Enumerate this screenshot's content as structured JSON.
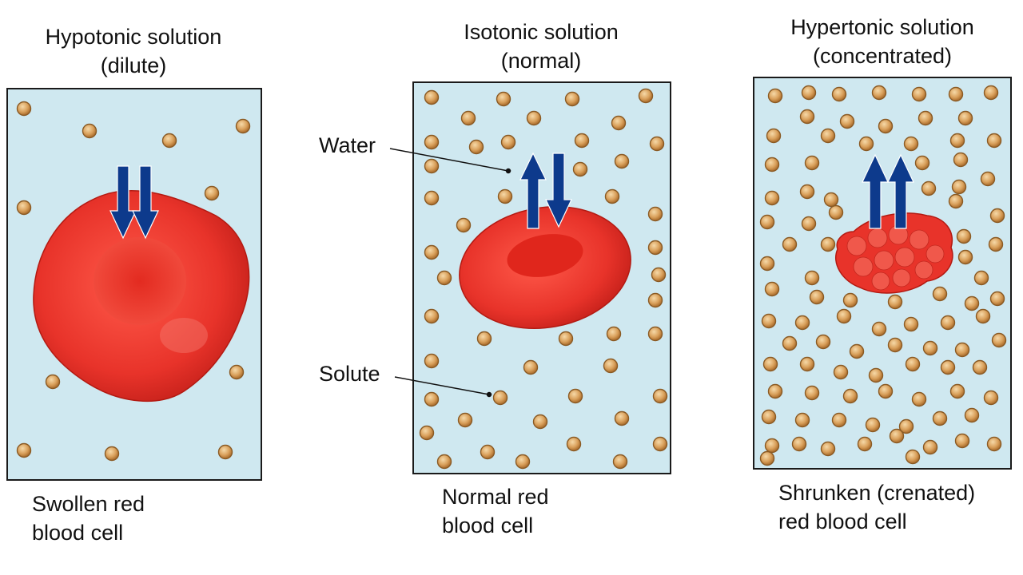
{
  "panels": [
    {
      "title_line1": "Hypotonic solution",
      "title_line2": "(dilute)",
      "caption_line1": "Swollen red",
      "caption_line2": "blood cell"
    },
    {
      "title_line1": "Isotonic solution",
      "title_line2": "(normal)",
      "caption_line1": "Normal red",
      "caption_line2": "blood cell"
    },
    {
      "title_line1": "Hypertonic solution",
      "title_line2": "(concentrated)",
      "caption_line1": "Shrunken (crenated)",
      "caption_line2": "red blood cell"
    }
  ],
  "labels": {
    "water": "Water",
    "solute": "Solute"
  },
  "colors": {
    "solution_bg": "#cfe8f0",
    "cell_red": "#e8332a",
    "solute_particle": "#d9a05b",
    "water_arrow": "#0d3a8c"
  },
  "arrows": {
    "hypotonic": "water-in",
    "isotonic": "water-in-and-out",
    "hypertonic": "water-out"
  }
}
